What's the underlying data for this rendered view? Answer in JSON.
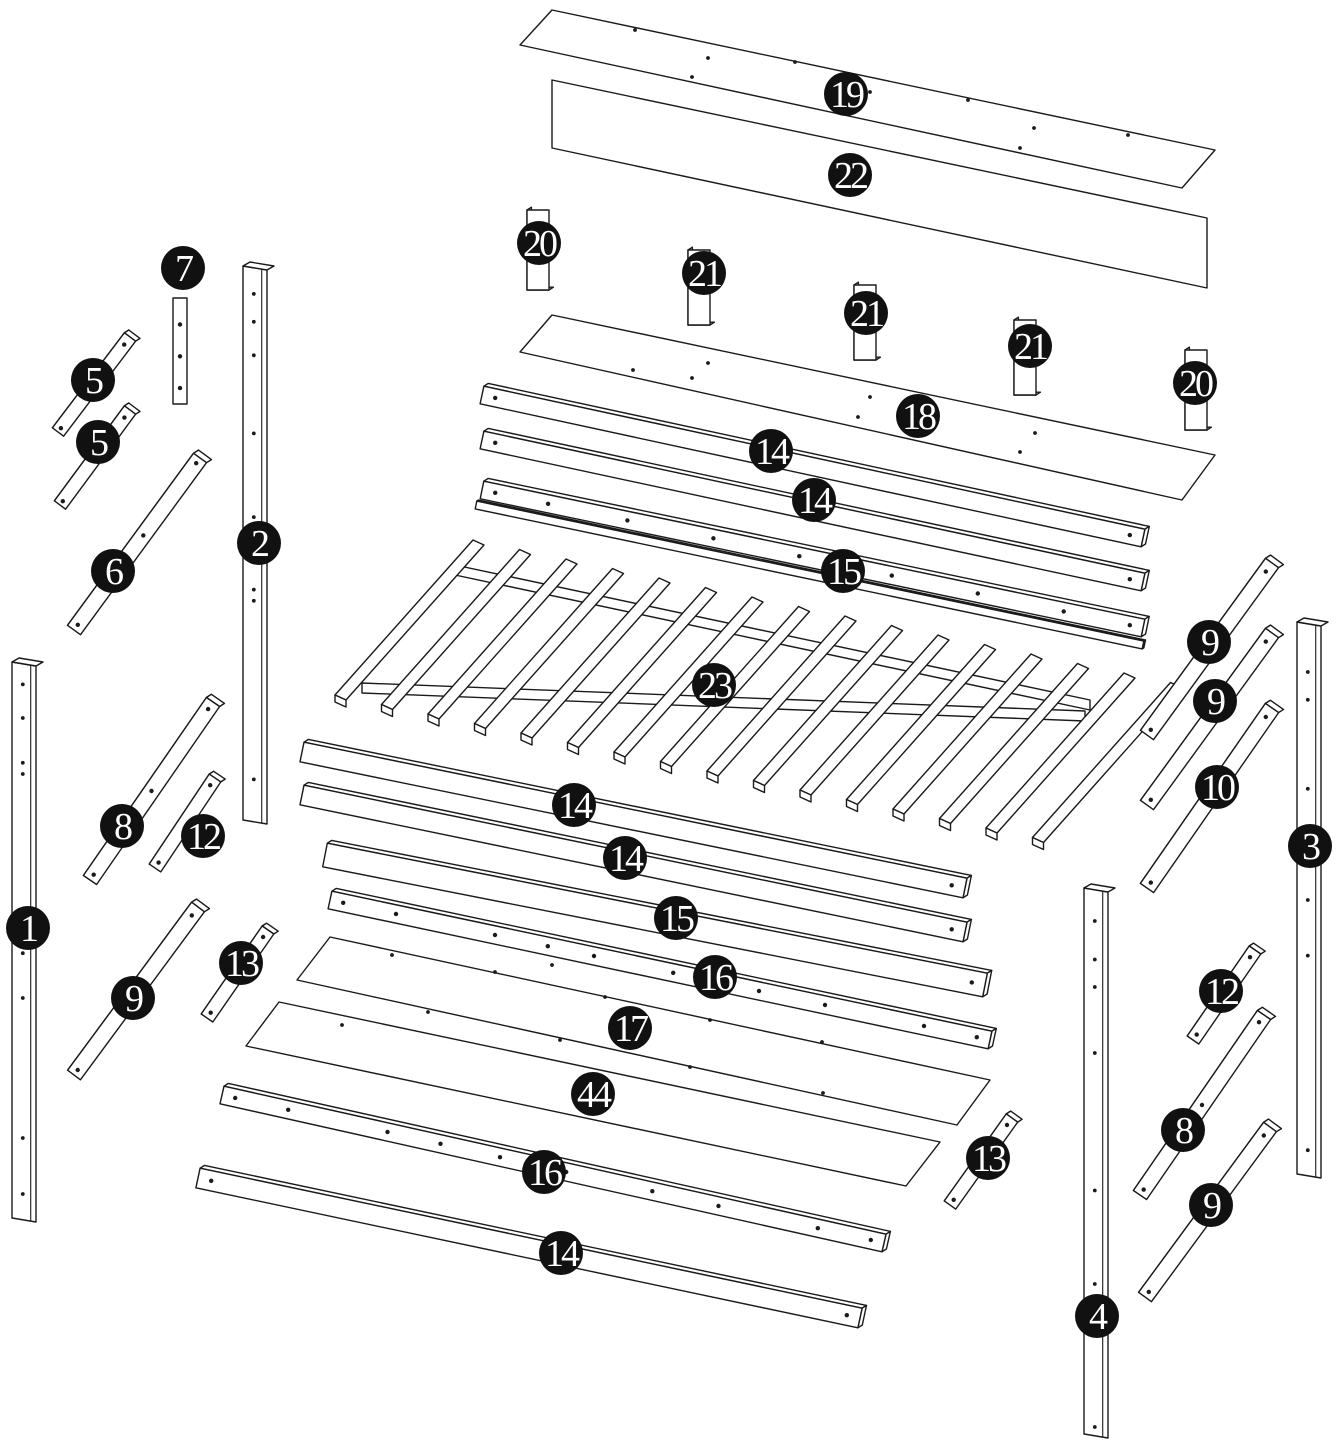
{
  "colors": {
    "ink": "#1a1a1a",
    "badge": "#111111",
    "badge_text": "#ffffff"
  },
  "parts": [
    {
      "label": "1"
    },
    {
      "label": "2"
    },
    {
      "label": "3"
    },
    {
      "label": "4"
    },
    {
      "label": "5"
    },
    {
      "label": "5"
    },
    {
      "label": "6"
    },
    {
      "label": "7"
    },
    {
      "label": "8"
    },
    {
      "label": "12"
    },
    {
      "label": "9"
    },
    {
      "label": "13"
    },
    {
      "label": "19"
    },
    {
      "label": "22"
    },
    {
      "label": "20"
    },
    {
      "label": "21"
    },
    {
      "label": "21"
    },
    {
      "label": "21"
    },
    {
      "label": "20"
    },
    {
      "label": "18"
    },
    {
      "label": "14"
    },
    {
      "label": "14"
    },
    {
      "label": "15"
    },
    {
      "label": "23"
    },
    {
      "label": "14"
    },
    {
      "label": "14"
    },
    {
      "label": "15"
    },
    {
      "label": "16"
    },
    {
      "label": "17"
    },
    {
      "label": "44"
    },
    {
      "label": "16"
    },
    {
      "label": "14"
    },
    {
      "label": "13"
    },
    {
      "label": "9"
    },
    {
      "label": "9"
    },
    {
      "label": "10"
    },
    {
      "label": "12"
    },
    {
      "label": "8"
    },
    {
      "label": "9"
    }
  ]
}
